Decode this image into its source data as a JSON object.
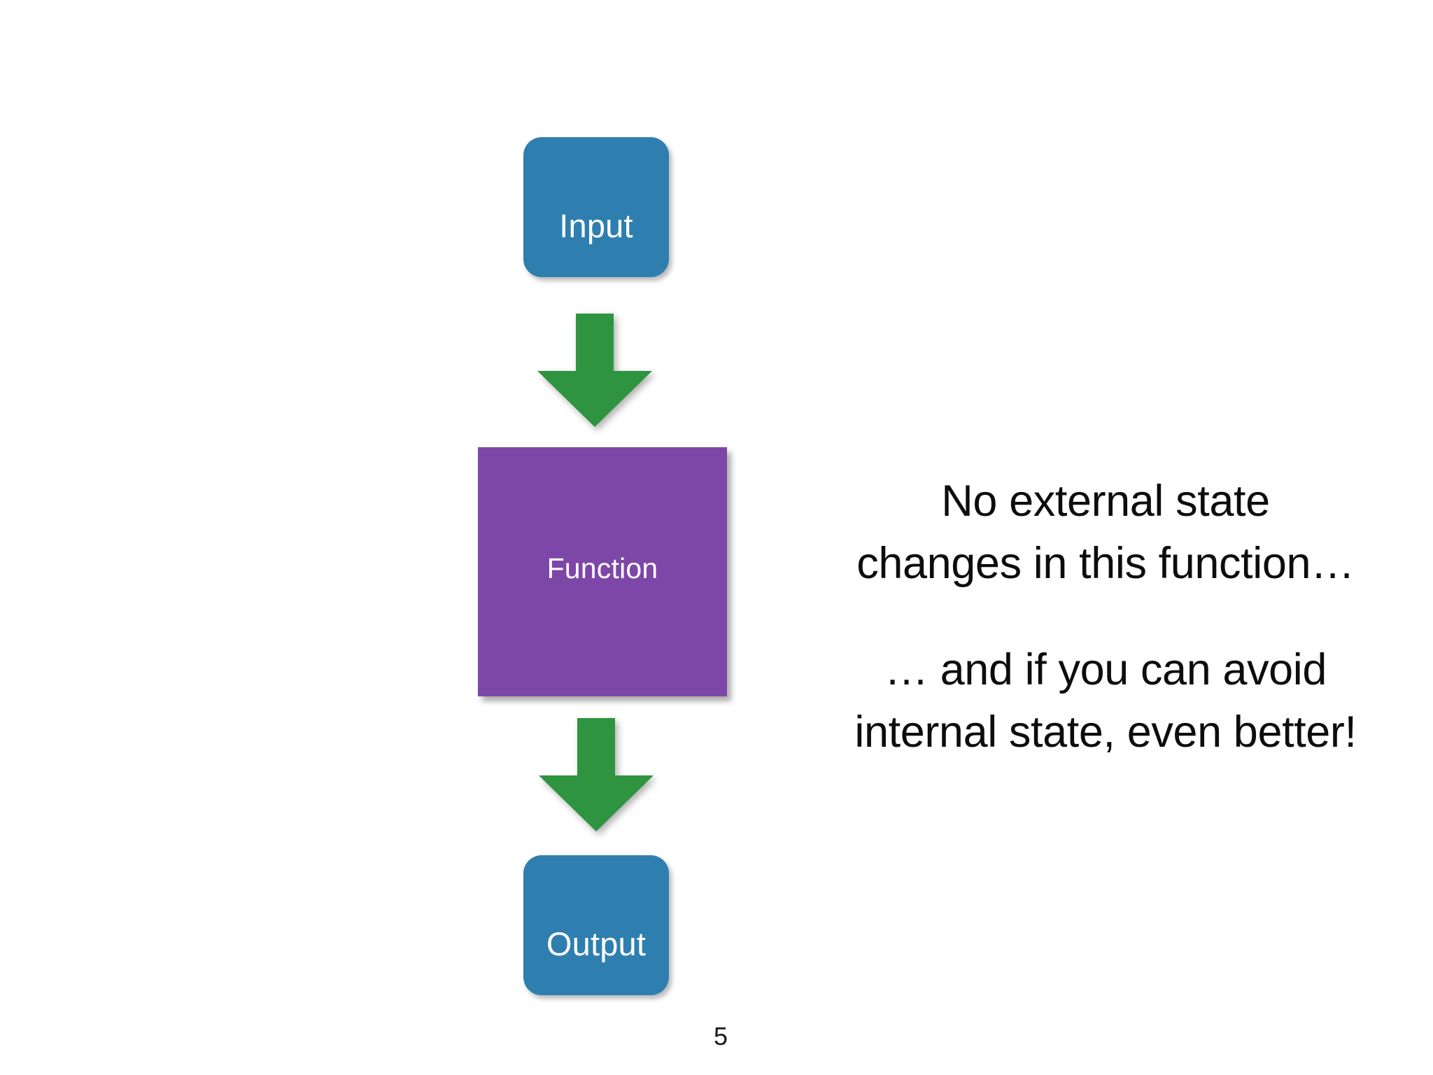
{
  "slide": {
    "background_color": "#ffffff",
    "page_number": "5"
  },
  "diagram": {
    "type": "flow",
    "orientation": "vertical",
    "nodes": [
      {
        "id": "input",
        "label": "Input",
        "shape": "rounded-rect",
        "color": "#2e7fb0",
        "text_color": "#ffffff"
      },
      {
        "id": "function",
        "label": "Function",
        "shape": "square",
        "color": "#7d47a8",
        "text_color": "#ffffff"
      },
      {
        "id": "output",
        "label": "Output",
        "shape": "rounded-rect",
        "color": "#2e7fb0",
        "text_color": "#ffffff"
      }
    ],
    "connectors": [
      {
        "id": "input-to-function",
        "from": "input",
        "to": "function",
        "style": "block-arrow-down",
        "color": "#2e9440"
      },
      {
        "id": "function-to-output",
        "from": "function",
        "to": "output",
        "style": "block-arrow-down",
        "color": "#2e9440"
      }
    ]
  },
  "notes": {
    "paragraph_1": {
      "line_1": "No external state",
      "line_2": "changes in this function…"
    },
    "paragraph_2": {
      "line_1": "… and if you can avoid",
      "line_2": "internal state, even better!"
    }
  }
}
